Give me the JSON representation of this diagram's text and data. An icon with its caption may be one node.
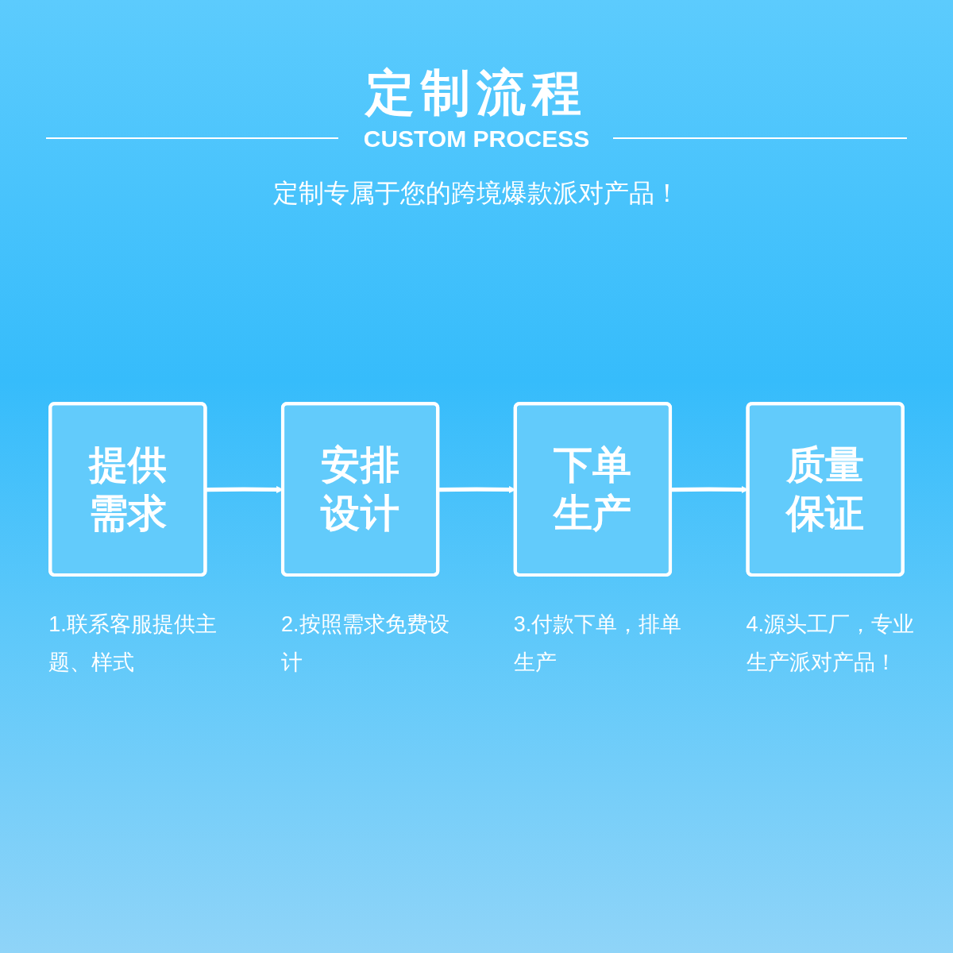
{
  "diagram": {
    "title": "定制流程",
    "nodes": [
      {
        "text": [
          "提供需求"
        ],
        "beside": [
          "1.联系客服提供主题、样式"
        ]
      },
      {
        "text": [
          "安排设计"
        ],
        "beside": [
          "2.按照需求免费设计"
        ]
      },
      {
        "text": [
          "下单生产"
        ],
        "beside": [
          "3.付款下单，排单生产"
        ]
      },
      {
        "text": [
          "质量保证"
        ],
        "beside": [
          "4.源头工厂，专业生产派对产品！"
        ]
      }
    ],
    "edges": [
      {
        "from": 0,
        "to": 1,
        "arrow": "to"
      },
      {
        "from": 1,
        "to": 2,
        "arrow": "to"
      },
      {
        "from": 2,
        "to": 3,
        "arrow": "to"
      }
    ],
    "labels": [
      "CUSTOM PROCESS",
      "定制专属于您的跨境爆款派对产品！"
    ]
  }
}
